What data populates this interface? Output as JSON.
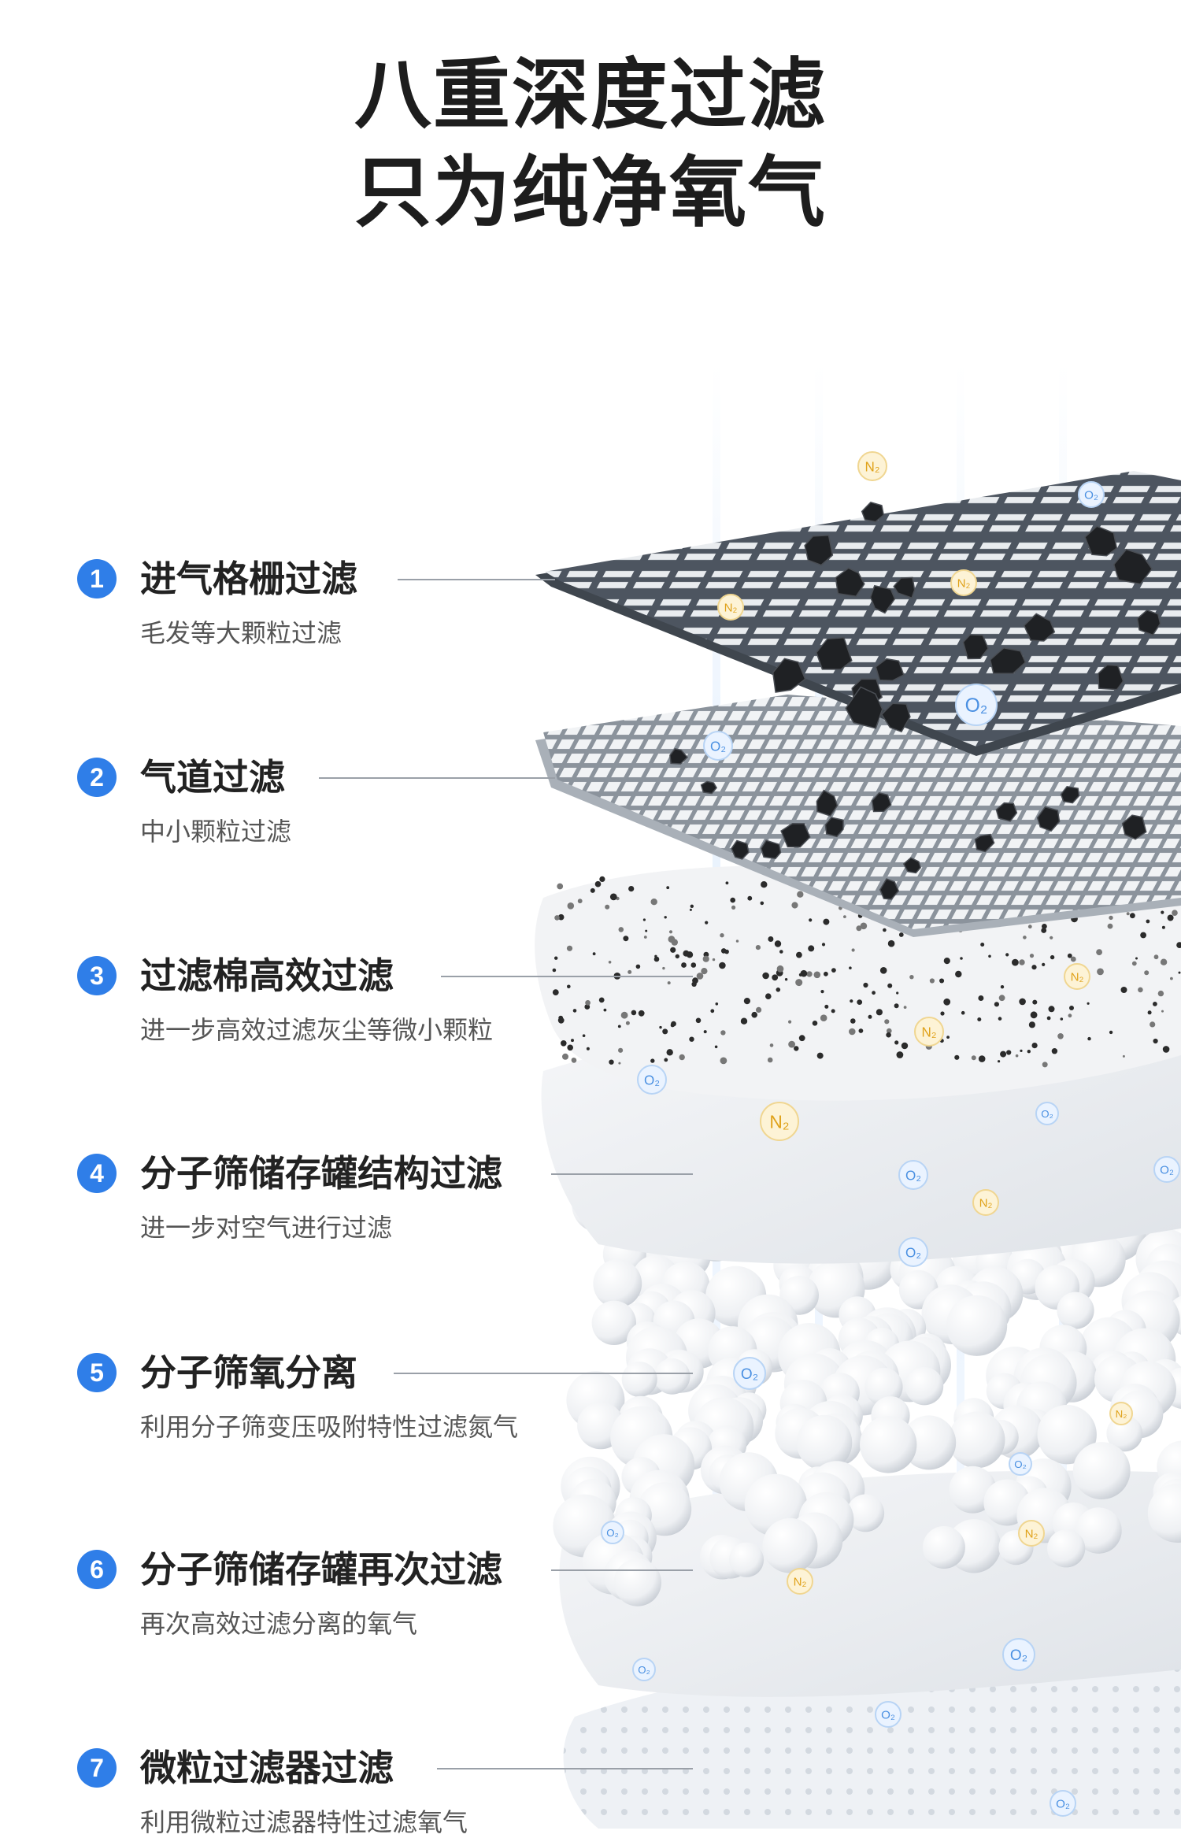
{
  "title": {
    "line1": "八重深度过滤",
    "line2": "只为纯净氧气"
  },
  "features": [
    {
      "num": "1",
      "title": "进气格栅过滤",
      "desc": "毛发等大颗粒过滤"
    },
    {
      "num": "2",
      "title": "气道过滤",
      "desc": "中小颗粒过滤"
    },
    {
      "num": "3",
      "title": "过滤棉高效过滤",
      "desc": "进一步高效过滤灰尘等微小颗粒"
    },
    {
      "num": "4",
      "title": "分子筛储存罐结构过滤",
      "desc": "进一步对空气进行过滤"
    },
    {
      "num": "5",
      "title": "分子筛氧分离",
      "desc": "利用分子筛变压吸附特性过滤氮气"
    },
    {
      "num": "6",
      "title": "分子筛储存罐再次过滤",
      "desc": "再次高效过滤分离的氧气"
    },
    {
      "num": "7",
      "title": "微粒过滤器过滤",
      "desc": "利用微粒过滤器特性过滤氧气"
    }
  ],
  "molecule_labels": {
    "oxygen": "O₂",
    "nitrogen": "N₂"
  },
  "colors": {
    "badge": "#2f7ee8",
    "oxygen": "#4a90e2",
    "nitrogen": "#e0a21a",
    "grille": "#4d5560"
  }
}
